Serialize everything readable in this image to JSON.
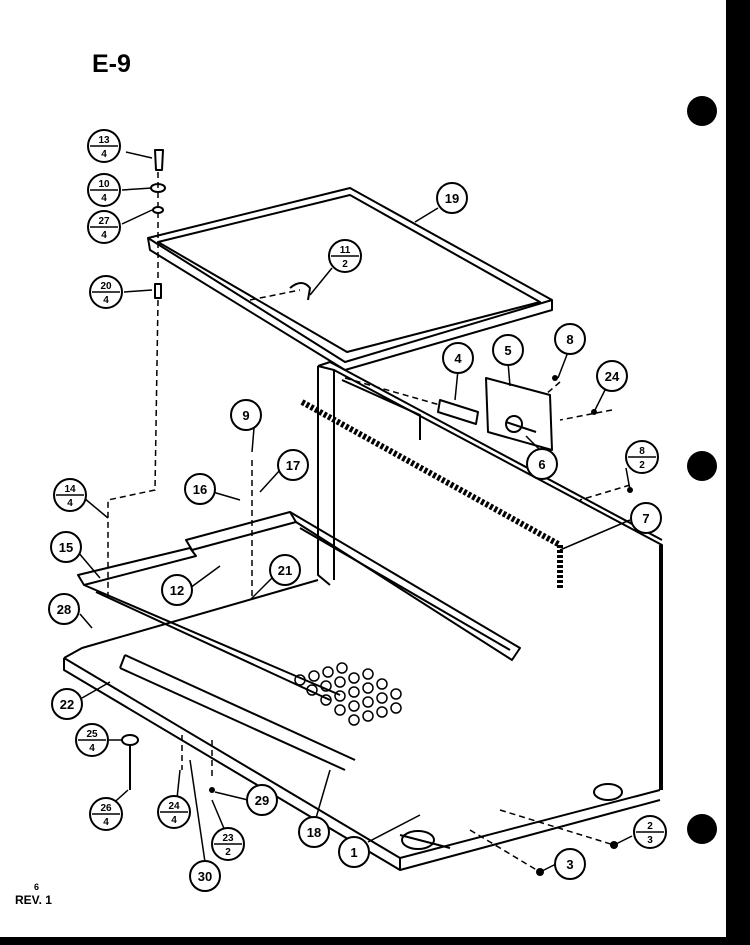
{
  "sheet": {
    "title": "E-9",
    "revision_small": "6",
    "revision": "REV. 1"
  },
  "callouts": {
    "c1": "1",
    "c3": "3",
    "c4": "4",
    "c5": "5",
    "c6": "6",
    "c7": "7",
    "c8": "8",
    "c9": "9",
    "c12": "12",
    "c15": "15",
    "c16": "16",
    "c17": "17",
    "c18": "18",
    "c19": "19",
    "c21": "21",
    "c22": "22",
    "c24": "24",
    "c28": "28",
    "c29": "29",
    "c30": "30"
  },
  "fraction_callouts": {
    "f13": {
      "top": "13",
      "bottom": "4"
    },
    "f10": {
      "top": "10",
      "bottom": "4"
    },
    "f27": {
      "top": "27",
      "bottom": "4"
    },
    "f20": {
      "top": "20",
      "bottom": "4"
    },
    "f11": {
      "top": "11",
      "bottom": "2"
    },
    "f8": {
      "top": "8",
      "bottom": "2"
    },
    "f14": {
      "top": "14",
      "bottom": "4"
    },
    "f25": {
      "top": "25",
      "bottom": "4"
    },
    "f26": {
      "top": "26",
      "bottom": "4"
    },
    "f24": {
      "top": "24",
      "bottom": "4"
    },
    "f23": {
      "top": "23",
      "bottom": "2"
    },
    "f2": {
      "top": "2",
      "bottom": "3"
    }
  },
  "colors": {
    "ink": "#000000",
    "paper": "#ffffff",
    "background": "#000000"
  }
}
